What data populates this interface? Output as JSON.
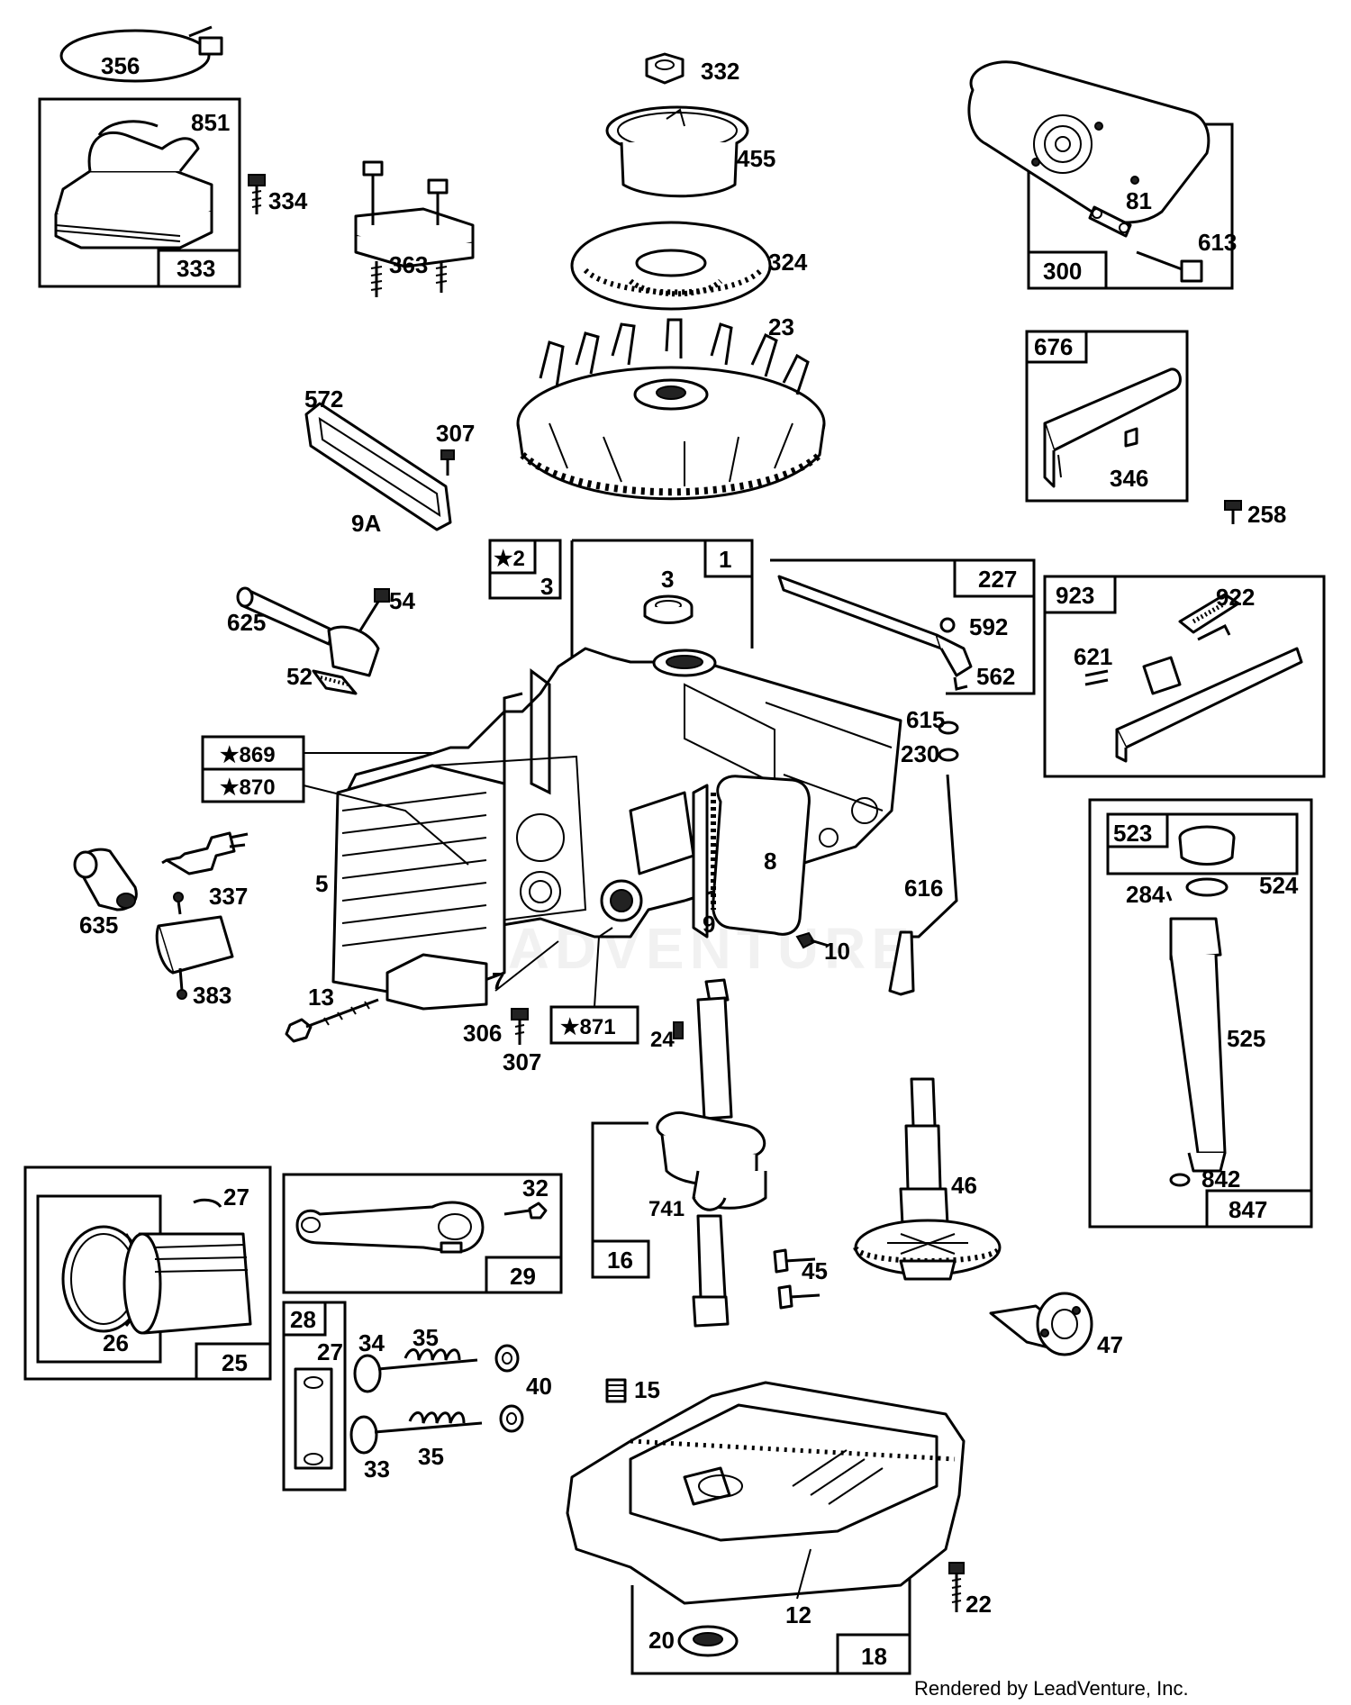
{
  "labels": {
    "l356": "356",
    "l851": "851",
    "l334": "334",
    "l333": "333",
    "l363": "363",
    "l332": "332",
    "l455": "455",
    "l324": "324",
    "l23": "23",
    "l81": "81",
    "l613": "613",
    "l300": "300",
    "l676": "676",
    "l346": "346",
    "l258": "258",
    "l572": "572",
    "l307a": "307",
    "l9A": "9A",
    "l2": "★2",
    "l3a": "3",
    "l3b": "3",
    "l1": "1",
    "l227": "227",
    "l592": "592",
    "l562": "562",
    "l923": "923",
    "l922": "922",
    "l621": "621",
    "l625": "625",
    "l54": "54",
    "l52": "52",
    "l869": "★869",
    "l870": "★870",
    "l615": "615",
    "l230": "230",
    "l616": "616",
    "l523": "523",
    "l524": "524",
    "l284": "284",
    "l525": "525",
    "l842": "842",
    "l847": "847",
    "l5": "5",
    "l8": "8",
    "l9": "9",
    "l10": "10",
    "l7": "7",
    "l635": "635",
    "l337": "337",
    "l383": "383",
    "l13": "13",
    "l306": "306",
    "l307b": "307",
    "l871": "★871",
    "l24": "24",
    "l27a": "27",
    "l26": "26",
    "l25": "25",
    "l32": "32",
    "l29": "29",
    "l741": "741",
    "l16": "16",
    "l45": "45",
    "l46": "46",
    "l47": "47",
    "l28": "28",
    "l27b": "27",
    "l34": "34",
    "l35a": "35",
    "l35b": "35",
    "l33": "33",
    "l40": "40",
    "l15": "15",
    "l22": "22",
    "l20": "20",
    "l12": "12",
    "l18": "18"
  },
  "watermark": "LEADVENTURE",
  "footer": "Rendered by LeadVenture, Inc."
}
